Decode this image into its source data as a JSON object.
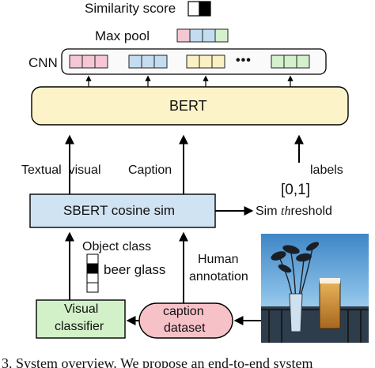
{
  "labels": {
    "similarity_score": "Similarity score",
    "max_pool": "Max pool",
    "cnn": "CNN",
    "ellipsis": "•••",
    "bert": "BERT",
    "textual_visual": "Textual  visual",
    "caption": "Caption",
    "labels": "labels",
    "interval": "[0,1]",
    "sbert": "SBERT cosine sim",
    "sim_prefix": "Sim ",
    "sim_italic": "th",
    "sim_suffix": "reshold",
    "object_class": "Object class",
    "beer_glass": "beer glass",
    "human_annotation_1": "Human",
    "human_annotation_2": "annotation",
    "visual_classifier_1": "Visual",
    "visual_classifier_2": "classifier",
    "caption_dataset_1": "caption",
    "caption_dataset_2": "dataset"
  },
  "figure_caption": "3. System overview. We propose an end-to-end system",
  "colors": {
    "pink": "#f5c6d3",
    "blue": "#c3dcf0",
    "yellow": "#fbf0c2",
    "green": "#d4f0cc",
    "bert_fill": "#fdf3c8",
    "sbert_fill": "#cfe3f3",
    "visual_classifier_fill": "#d2f1c8",
    "caption_dataset_fill": "#f7c1c8"
  },
  "icons": {
    "photo": "vase-with-flowers-and-beer-glass-photo"
  }
}
